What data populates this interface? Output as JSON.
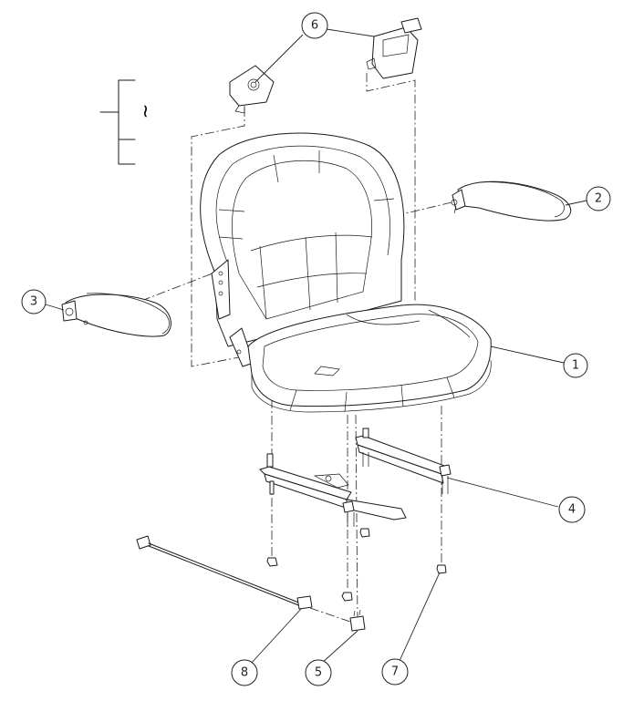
{
  "callouts": [
    {
      "id": "1",
      "label": "1"
    },
    {
      "id": "2",
      "label": "2"
    },
    {
      "id": "3",
      "label": "3"
    },
    {
      "id": "4",
      "label": "4"
    },
    {
      "id": "5",
      "label": "5"
    },
    {
      "id": "6",
      "label": "6"
    },
    {
      "id": "7",
      "label": "7"
    },
    {
      "id": "8",
      "label": "8"
    }
  ],
  "bracket_symbol": "~",
  "colors": {
    "line": "#1a1a1a",
    "background": "#ffffff"
  }
}
